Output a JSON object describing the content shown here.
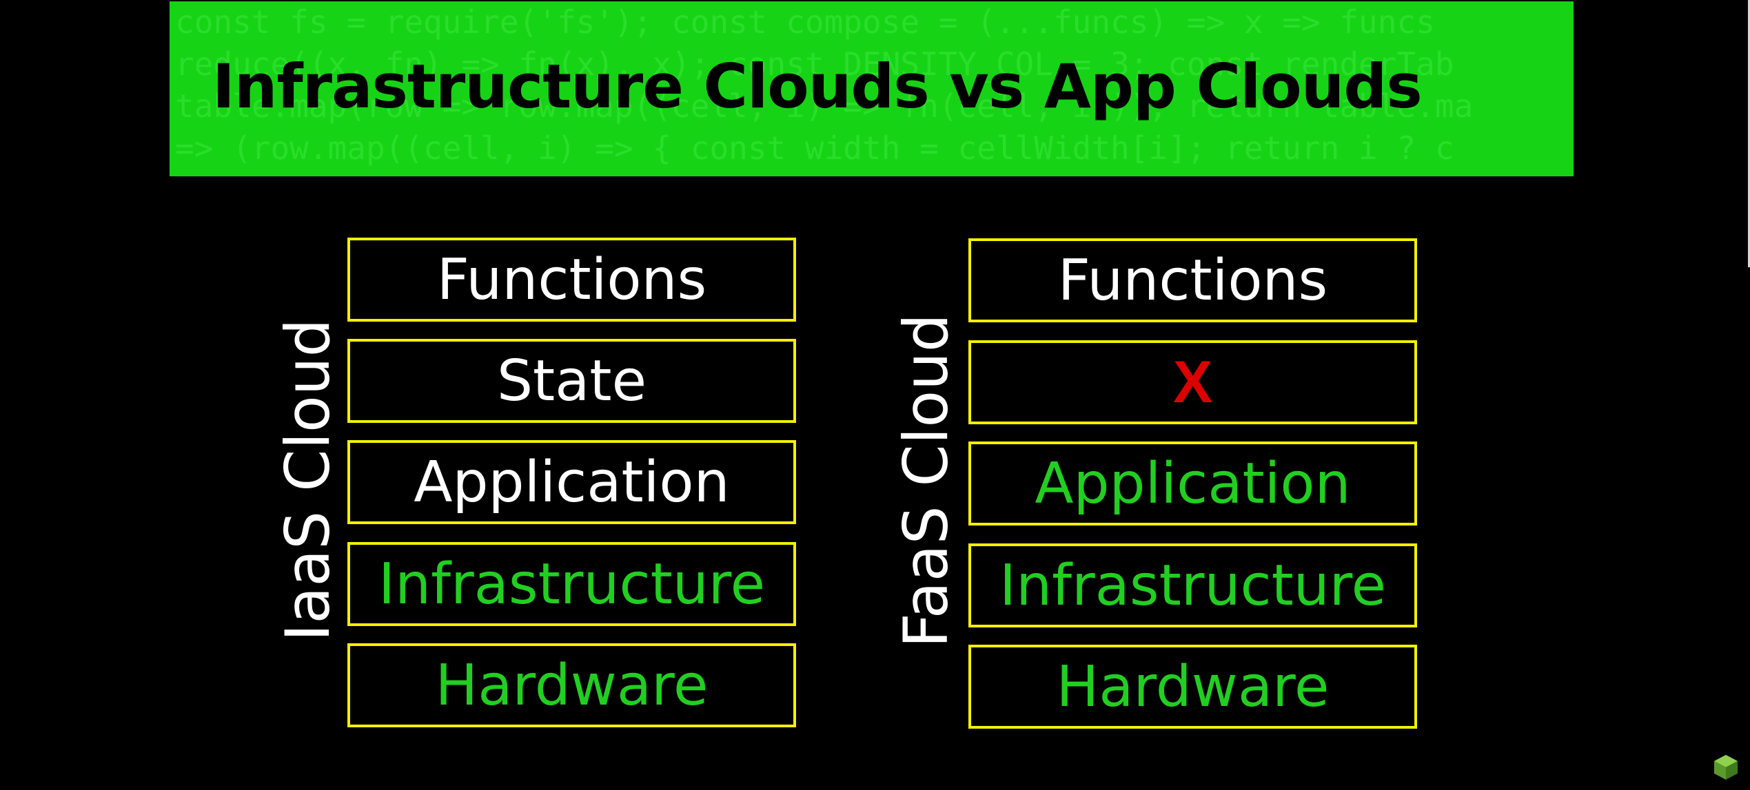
{
  "slide": {
    "title": "Infrastructure Clouds vs App Clouds",
    "background_code": [
      "const fs = require('fs'); const compose = (...funcs) => x => funcs",
      "reduce((x, fn) => fn(x), x); const DENSITY_COL = 3; const renderTab",
      "table.map(row => row.map((cell, i) => fn(cell, i))); return table.ma",
      "=> (row.map((cell, i) => { const width = cellWidth[i]; return i ? c"
    ]
  },
  "iaas": {
    "label": "IaaS Cloud",
    "layers": [
      {
        "text": "Functions",
        "color": "#ffffff"
      },
      {
        "text": "State",
        "color": "#ffffff"
      },
      {
        "text": "Application",
        "color": "#ffffff"
      },
      {
        "text": "Infrastructure",
        "color": "#21cf21"
      },
      {
        "text": "Hardware",
        "color": "#21cf21"
      }
    ]
  },
  "faas": {
    "label": "FaaS Cloud",
    "layers": [
      {
        "text": "Functions",
        "color": "#ffffff"
      },
      {
        "text": "X",
        "color": "#dd0000"
      },
      {
        "text": "Application",
        "color": "#21cf21"
      },
      {
        "text": "Infrastructure",
        "color": "#21cf21"
      },
      {
        "text": "Hardware",
        "color": "#21cf21"
      }
    ]
  },
  "colors": {
    "banner": "#16d316",
    "box_border": "#f5f000",
    "provided": "#21cf21",
    "user": "#ffffff",
    "missing": "#dd0000"
  },
  "icons": {
    "corner_logo": "cube-icon"
  }
}
